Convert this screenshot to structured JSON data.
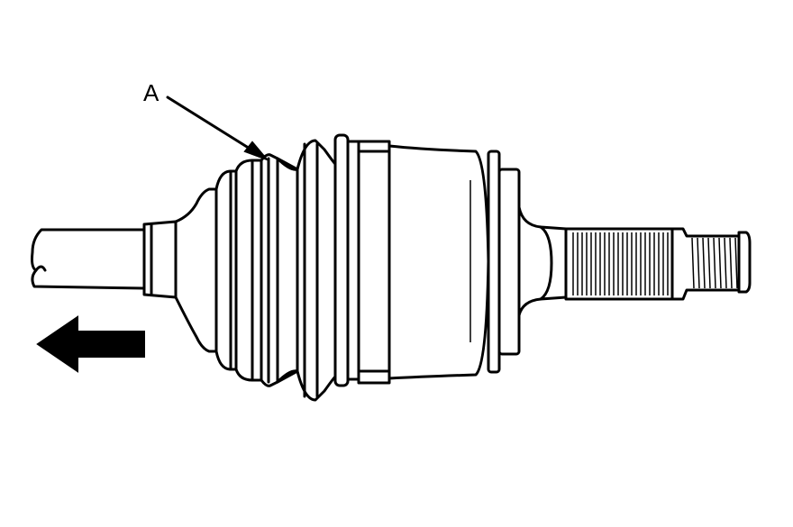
{
  "diagram": {
    "callouts": [
      {
        "label": "A",
        "target": "cv-joint-boot"
      }
    ],
    "direction_arrow": "left",
    "colors": {
      "line": "#000000",
      "background": "#ffffff"
    }
  }
}
